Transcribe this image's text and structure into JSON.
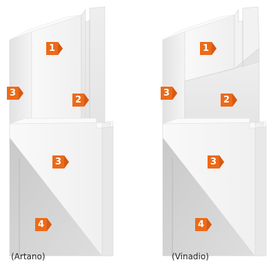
{
  "captions": {
    "left": "(Artano)",
    "right": "(Vinadio)"
  },
  "markers": {
    "artano": {
      "m1": "1",
      "m2": "2",
      "m3_side": "3",
      "m3_lower": "3",
      "m4": "4"
    },
    "vinadio": {
      "m1": "1",
      "m2": "2",
      "m3_side": "3",
      "m3_lower": "3",
      "m4": "4"
    }
  },
  "colors": {
    "marker_fill": "#ec6a18",
    "marker_shadow": "#b44a0c",
    "panel_white": "#f6f6f6",
    "panel_shade": "#e6e6e6",
    "panel_dark": "#cfcfcf"
  }
}
